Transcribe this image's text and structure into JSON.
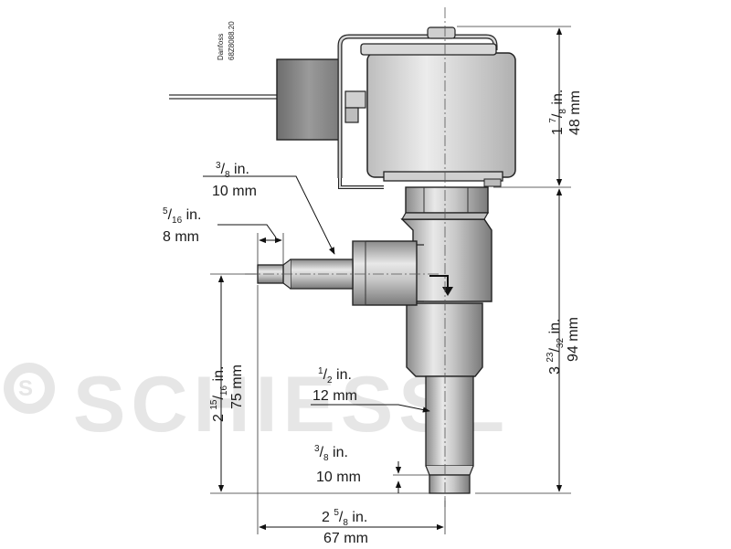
{
  "brand": {
    "line1": "Danfoss",
    "line2": "68Z8088.20"
  },
  "watermark": {
    "text": "SCHIESSL",
    "color": "#e6e6e6"
  },
  "dimensions": {
    "coil_height": {
      "whole": "1",
      "num": "7",
      "den": "8",
      "unit": "in.",
      "metric": "48 mm"
    },
    "inlet_outer": {
      "num": "3",
      "den": "8",
      "unit": "in.",
      "metric": "10 mm"
    },
    "inlet_pipe": {
      "num": "5",
      "den": "16",
      "unit": "in.",
      "metric": "8 mm"
    },
    "body_height": {
      "whole": "3",
      "num": "23",
      "den": "32",
      "unit": "in.",
      "metric": "94 mm"
    },
    "inlet_height": {
      "whole": "2",
      "num": "15",
      "den": "16",
      "unit": "in.",
      "metric": "75 mm"
    },
    "outlet_outer": {
      "num": "1",
      "den": "2",
      "unit": "in.",
      "metric": "12 mm"
    },
    "outlet_pipe": {
      "num": "3",
      "den": "8",
      "unit": "in.",
      "metric": "10 mm"
    },
    "width": {
      "whole": "2",
      "num": "5",
      "den": "8",
      "unit": "in.",
      "metric": "67 mm"
    }
  }
}
